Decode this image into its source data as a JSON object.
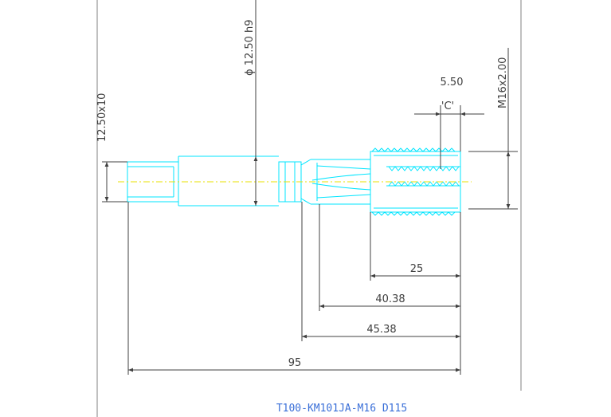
{
  "drawing": {
    "part_number": "T100-KM101JA-M16 D115",
    "dimensions": {
      "shank_diameter": "ϕ  12.50 h9",
      "square": "12.50x10",
      "thread": "M16x2.00",
      "chamfer_length": "5.50",
      "chamfer_label": "'C'",
      "thread_length": "25",
      "flute_length": "40.38",
      "neck_length": "45.38",
      "overall_length": "95"
    },
    "colors": {
      "outline": "#00e5ff",
      "dimension": "#404040",
      "centerline": "#e8e000",
      "title": "#3a6fd8"
    }
  }
}
